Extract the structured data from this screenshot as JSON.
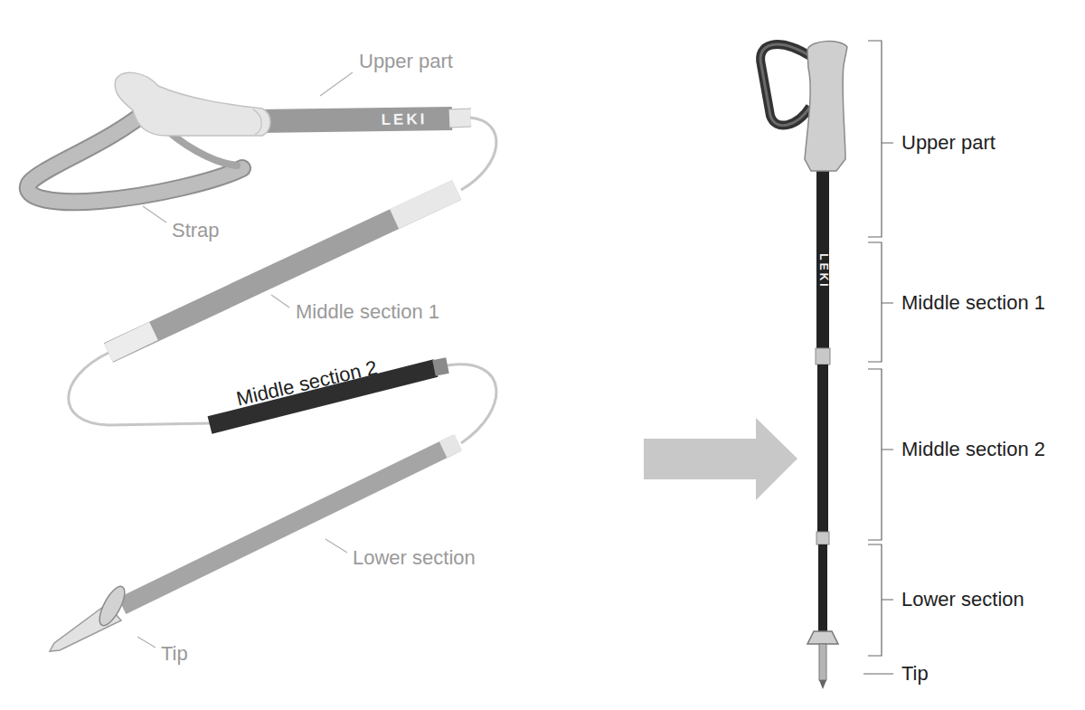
{
  "diagram": {
    "labels": [
      "Upper part",
      "LEKI",
      "Strap",
      "Middle section 1",
      "Middle section 2",
      "Lower section",
      "Tip",
      "LEKI",
      "Upper part",
      "Middle section 1",
      "Middle section 2",
      "Lower section",
      "Tip"
    ]
  }
}
